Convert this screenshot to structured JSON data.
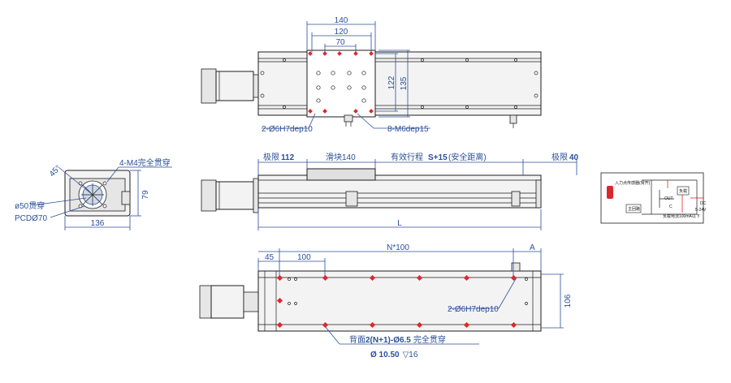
{
  "top_view": {
    "dim_140": "140",
    "dim_120": "120",
    "dim_70": "70",
    "dim_122": "122",
    "dim_135": "135",
    "note_pin": "2-Ø6H7dep10",
    "note_thread": "8-M6dep15"
  },
  "side_view": {
    "label_limit_left": "极限",
    "value_limit_left": "112",
    "label_slider": "滑块140",
    "label_stroke": "有效行程",
    "value_stroke": "S+15",
    "label_safety": "(安全距离)",
    "label_limit_right": "极限",
    "value_limit_right": "40",
    "dim_L": "L"
  },
  "end_view": {
    "angle": "45°",
    "note_m4": "4-M4完全贯穿",
    "note_phi50": "ø50贯穿",
    "note_pcd": "PCDØ70",
    "dim_79": "79",
    "dim_136": "136"
  },
  "bottom_view": {
    "dim_n100": "N*100",
    "dim_45": "45",
    "dim_100": "100",
    "dim_A": "A",
    "dim_106": "106",
    "note_pin": "2-Ø6H7dep10",
    "note_back_prefix": "背面",
    "note_back_bold": "2(N+1)",
    "note_back_phi": "-Ø6.5",
    "note_back_suffix": "完全贯穿",
    "note_cbore_bold": "Ø 10.50",
    "note_cbore_rest": "▽16"
  },
  "circuit": {
    "label_sensor": "入力点传感器(常开)",
    "label_main": "主回路",
    "label_load": "负载",
    "label_out": "OUT",
    "label_dc": "DC",
    "label_voltage": "5-24V",
    "label_current": "负载电流100mA以下",
    "label_c": "C"
  },
  "colors": {
    "dimension": "#2b4f9a",
    "hole_marker": "#e1252b",
    "outline": "#1c1c1c"
  }
}
